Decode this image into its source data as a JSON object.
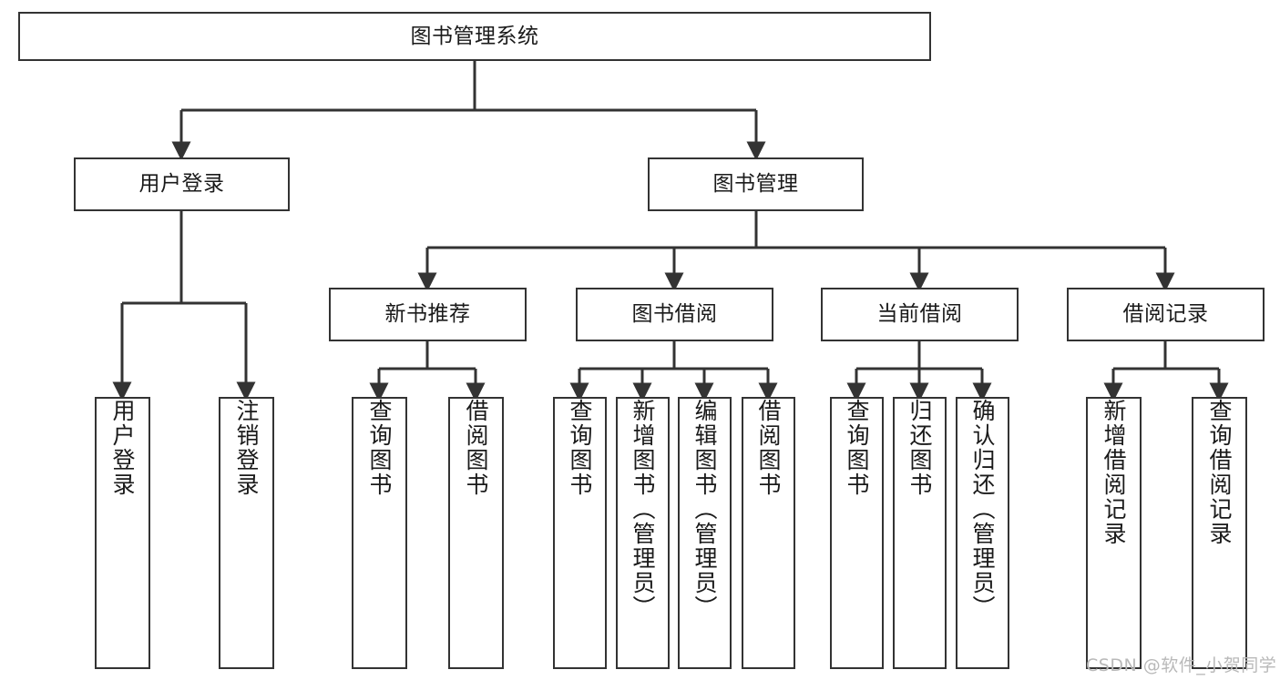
{
  "diagram": {
    "title": "图书管理系统",
    "type": "tree-hierarchy-chart",
    "watermark": "CSDN @软件_小贺同学",
    "colors": {
      "box_border": "#333333",
      "box_fill": "#ffffff",
      "text": "#1a1a1a",
      "edge": "#333333",
      "watermark": "#b9b9b9",
      "background": "#ffffff"
    },
    "root": {
      "label": "图书管理系统"
    },
    "level2": [
      {
        "label": "用户登录"
      },
      {
        "label": "图书管理"
      }
    ],
    "level3": [
      {
        "label": "新书推荐"
      },
      {
        "label": "图书借阅"
      },
      {
        "label": "当前借阅"
      },
      {
        "label": "借阅记录"
      }
    ],
    "leaves": {
      "user_login": [
        {
          "label": "用户登录"
        },
        {
          "label": "注销登录"
        }
      ],
      "new_book_recommend": [
        {
          "label": "查询图书"
        },
        {
          "label": "借阅图书"
        }
      ],
      "book_borrow": [
        {
          "label": "查询图书"
        },
        {
          "label": "新增图书（管理员）"
        },
        {
          "label": "编辑图书（管理员）"
        },
        {
          "label": "借阅图书"
        }
      ],
      "current_borrow": [
        {
          "label": "查询图书"
        },
        {
          "label": "归还图书"
        },
        {
          "label": "确认归还（管理员）"
        }
      ],
      "borrow_records": [
        {
          "label": "新增借阅记录"
        },
        {
          "label": "查询借阅记录"
        }
      ]
    }
  }
}
